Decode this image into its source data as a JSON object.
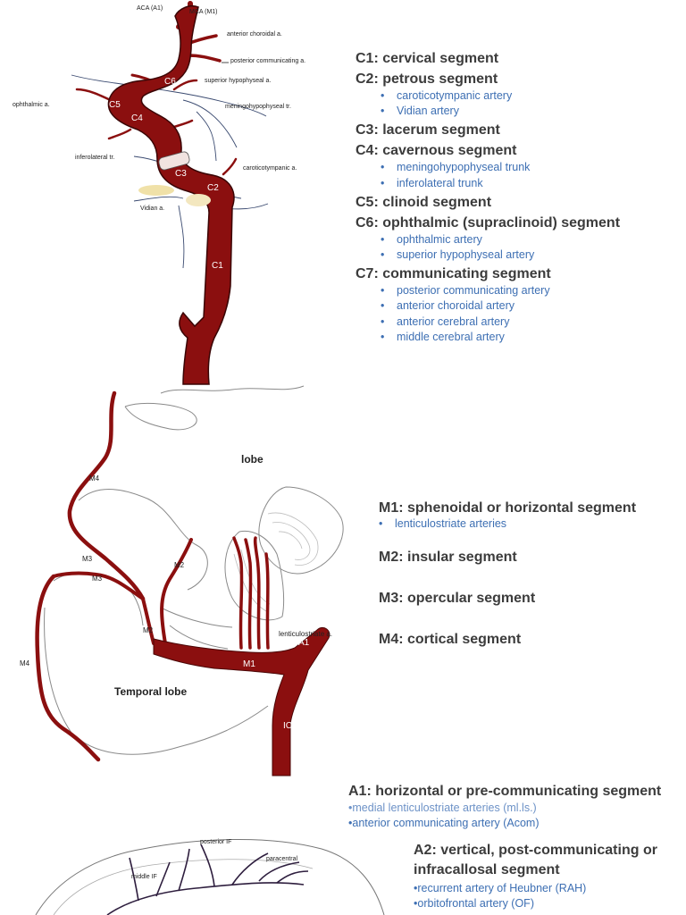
{
  "ica_diagram": {
    "labels": {
      "aca": "ACA (A1)",
      "mca": "MCA (M1)",
      "anterior_choroidal": "anterior choroidal a.",
      "posterior_communicating": "posterior communicating a.",
      "superior_hypophyseal": "superior hypophyseal a.",
      "ophthalmic": "ophthalmic a.",
      "meningohypophyseal": "meningohypophyseal tr.",
      "inferolateral": "inferolateral tr.",
      "caroticotympanic": "caroticotympanic a.",
      "vidian": "Vidian a."
    },
    "segments": {
      "c1": "C1",
      "c2": "C2",
      "c3": "C3",
      "c4": "C4",
      "c5": "C5",
      "c6": "C6",
      "c7": "C7"
    }
  },
  "ica_segments": [
    {
      "title": "C1: cervical segment",
      "branches": []
    },
    {
      "title": "C2: petrous segment",
      "branches": [
        "caroticotympanic artery",
        "Vidian artery"
      ]
    },
    {
      "title": "C3: lacerum segment",
      "branches": []
    },
    {
      "title": "C4: cavernous segment",
      "branches": [
        "meningohypophyseal trunk",
        "inferolateral trunk"
      ]
    },
    {
      "title": "C5: clinoid segment",
      "branches": []
    },
    {
      "title": "C6: ophthalmic (supraclinoid) segment",
      "branches": [
        "ophthalmic artery",
        "superior hypophyseal artery"
      ]
    },
    {
      "title": "C7: communicating segment",
      "branches": [
        "posterior communicating artery",
        "anterior choroidal artery",
        "anterior cerebral artery",
        "middle cerebral artery"
      ]
    }
  ],
  "mca_diagram": {
    "lobe_top": "lobe",
    "temporal_lobe": "Temporal lobe",
    "lenticulostriate": "lenticulostriate a.",
    "m1": "M1",
    "m2": "M2",
    "m3": "M3",
    "m4": "M4",
    "a1": "A1",
    "ica": "ICA"
  },
  "mca_segments": [
    {
      "title": "M1: sphenoidal or horizontal segment",
      "branches": [
        "lenticulostriate arteries"
      ]
    },
    {
      "title": "M2: insular segment",
      "branches": []
    },
    {
      "title": "M3: opercular segment",
      "branches": []
    },
    {
      "title": "M4: cortical segment",
      "branches": []
    }
  ],
  "aca_segments": {
    "a1_title": "A1: horizontal or pre-communicating segment",
    "a1_branches": [
      "medial lenticulostriate arteries (ml.ls.)",
      "anterior communicating artery (Acom)"
    ],
    "a2_title_line1": "A2: vertical, post-communicating or",
    "a2_title_line2": "infracallosal segment",
    "a2_branches": [
      "recurrent artery of Heubner (RAH)",
      "orbitofrontal artery (OF)"
    ]
  },
  "aca_diagram": {
    "posterior_if": "posterior IF",
    "paracentral": "paracentral",
    "middle_if": "middle IF"
  },
  "colors": {
    "artery": "#8b0f0f",
    "heading": "#3c3c3c",
    "branch_text": "#3d6fb3",
    "aca_vessel": "#2e1e3e"
  }
}
